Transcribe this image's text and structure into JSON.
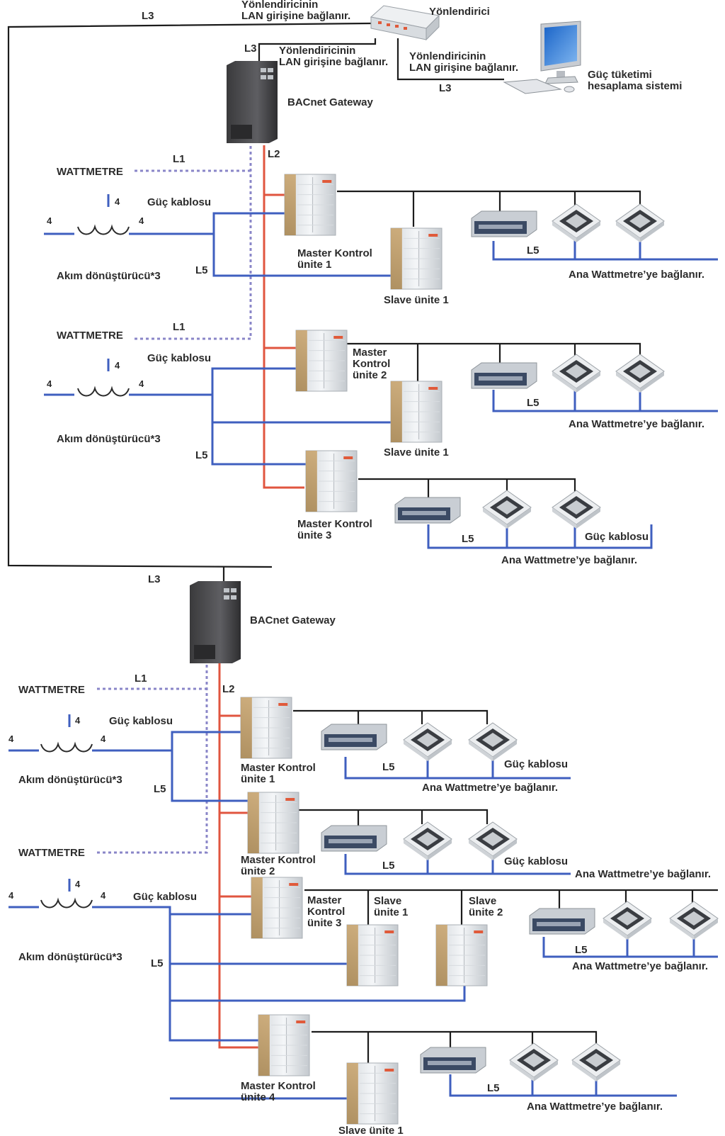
{
  "colors": {
    "line_L3": "#1c1c1c",
    "line_L2": "#e0553f",
    "line_L5": "#3f5fbf",
    "line_L1": "#8a86c8"
  },
  "icons": {
    "router": "router-icon",
    "computer": "computer-icon",
    "gateway": "bacnet-gateway-icon",
    "outdoor_unit": "outdoor-unit-icon",
    "duct_unit": "duct-indoor-unit-icon",
    "cassette_unit": "cassette-indoor-unit-icon",
    "transformer": "current-transformer-icon"
  },
  "top": {
    "router": "Yönlendirici",
    "lan1": [
      "Yönlendiricinin",
      "LAN girişine bağlanır."
    ],
    "lan2": [
      "Yönlendiricinin",
      "LAN girişine bağlanır."
    ],
    "lan3": [
      "Yönlendiricinin",
      "LAN girişine bağlanır."
    ],
    "computer": [
      "Güç tüketimi",
      "hesaplama sistemi"
    ],
    "gateway": "BACnet Gateway",
    "wattmetre1": "WATTMETRE",
    "wattmetre2": "WATTMETRE",
    "power1": "Güç kablosu",
    "power2": "Güç kablosu",
    "power3": "Güç kablosu",
    "ct1": "Akım dönüştürücü*3",
    "ct2": "Akım dönüştürücü*3",
    "master1": [
      "Master Kontrol",
      "ünite 1"
    ],
    "master2": [
      "Master",
      "Kontrol",
      "ünite 2"
    ],
    "master3": [
      "Master Kontrol",
      "ünite 3"
    ],
    "slave1": "Slave ünite 1",
    "slave2": "Slave ünite 1",
    "ana1": "Ana Wattmetre’ye bağlanır.",
    "ana2": "Ana Wattmetre’ye bağlanır.",
    "ana3": "Ana Wattmetre’ye bağlanır."
  },
  "bottom": {
    "gateway": "BACnet Gateway",
    "wattmetre1": "WATTMETRE",
    "wattmetre2": "WATTMETRE",
    "power1": "Güç kablosu",
    "power2": "Güç kablosu",
    "power3": "Güç kablosu",
    "power4": "Güç kablosu",
    "ct1": "Akım dönüştürücü*3",
    "ct2": "Akım dönüştürücü*3",
    "master1": [
      "Master Kontrol",
      "ünite 1"
    ],
    "master2": [
      "Master Kontrol",
      "ünite 2"
    ],
    "master3": [
      "Master",
      "Kontrol",
      "ünite 3"
    ],
    "master4": [
      "Master Kontrol",
      "ünite 4"
    ],
    "slave_a": [
      "Slave",
      "ünite 1"
    ],
    "slave_b": [
      "Slave",
      "ünite 2"
    ],
    "slave_c": "Slave ünite 1",
    "ana1": "Ana Wattmetre’ye bağlanır.",
    "ana2": "Ana Wattmetre’ye bağlanır.",
    "ana3": "Ana Wattmetre’ye bağlanır.",
    "ana4": "Ana Wattmetre’ye bağlanır."
  },
  "line_labels": {
    "L1": "L1",
    "L2": "L2",
    "L3": "L3",
    "L5": "L5",
    "four": "4"
  }
}
